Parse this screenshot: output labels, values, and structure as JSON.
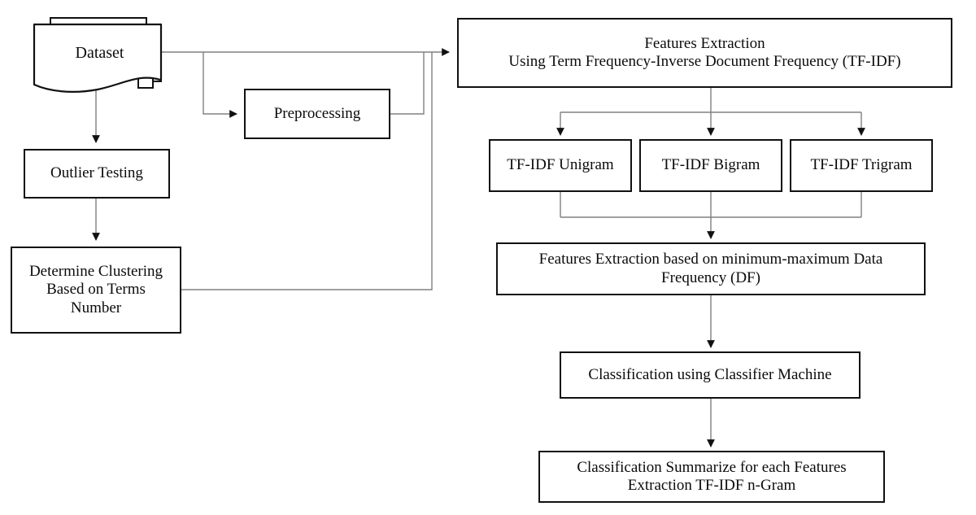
{
  "diagram": {
    "title": "Features Extraction and Classification Flowchart",
    "colors": {
      "box_border": "#111111",
      "connector": "#808080",
      "arrow_head": "#111111",
      "background": "#ffffff",
      "text": "#0b0b0b"
    },
    "nodes": {
      "dataset": {
        "label": "Dataset",
        "shape": "stacked-document"
      },
      "preprocessing": {
        "label": "Preprocessing",
        "shape": "rectangle"
      },
      "outlier_testing": {
        "label": "Outlier Testing",
        "shape": "rectangle"
      },
      "determine_clustering": {
        "label": "Determine Clustering\nBased on Terms\nNumber",
        "shape": "rectangle"
      },
      "features_extraction_tfidf": {
        "label": "Features Extraction\nUsing Term Frequency-Inverse Document Frequency (TF-IDF)",
        "shape": "rectangle"
      },
      "tfidf_unigram": {
        "label": "TF-IDF Unigram",
        "shape": "rectangle"
      },
      "tfidf_bigram": {
        "label": "TF-IDF Bigram",
        "shape": "rectangle"
      },
      "tfidf_trigram": {
        "label": "TF-IDF Trigram",
        "shape": "rectangle"
      },
      "features_extraction_df": {
        "label": "Features Extraction based on minimum-maximum Data\nFrequency (DF)",
        "shape": "rectangle"
      },
      "classification": {
        "label": "Classification using Classifier Machine",
        "shape": "rectangle"
      },
      "classification_summary": {
        "label": "Classification Summarize for each Features\nExtraction TF-IDF n-Gram",
        "shape": "rectangle"
      }
    },
    "edges": [
      {
        "from": "dataset",
        "to": "features_extraction_tfidf"
      },
      {
        "from": "dataset",
        "to": "preprocessing"
      },
      {
        "from": "dataset",
        "to": "outlier_testing"
      },
      {
        "from": "preprocessing",
        "to": "features_extraction_tfidf"
      },
      {
        "from": "outlier_testing",
        "to": "determine_clustering"
      },
      {
        "from": "determine_clustering",
        "to": "features_extraction_tfidf"
      },
      {
        "from": "features_extraction_tfidf",
        "to": "tfidf_unigram"
      },
      {
        "from": "features_extraction_tfidf",
        "to": "tfidf_bigram"
      },
      {
        "from": "features_extraction_tfidf",
        "to": "tfidf_trigram"
      },
      {
        "from": "tfidf_unigram",
        "to": "features_extraction_df"
      },
      {
        "from": "tfidf_bigram",
        "to": "features_extraction_df"
      },
      {
        "from": "tfidf_trigram",
        "to": "features_extraction_df"
      },
      {
        "from": "features_extraction_df",
        "to": "classification"
      },
      {
        "from": "classification",
        "to": "classification_summary"
      }
    ]
  }
}
